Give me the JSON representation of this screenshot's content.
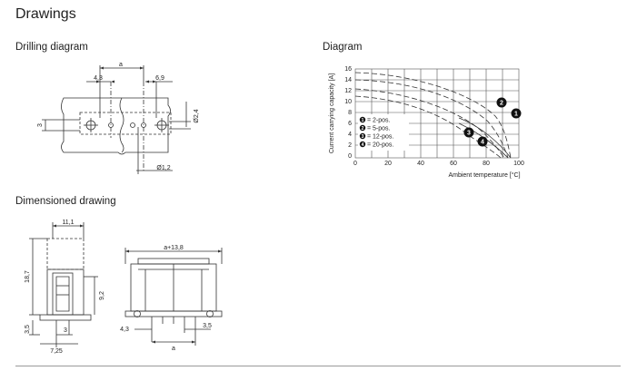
{
  "page_title": "Drawings",
  "drilling": {
    "heading": "Drilling diagram",
    "dims": {
      "a": "a",
      "d43": "4,3",
      "d69": "6,9",
      "d3": "3",
      "d24": "Ø2,4",
      "d12": "Ø1,2"
    }
  },
  "diagram": {
    "heading": "Diagram",
    "ylabel": "Current carrying capacity [A]",
    "xlabel": "Ambient temperature [°C]",
    "yticks": [
      "16",
      "14",
      "12",
      "10",
      "8",
      "6",
      "4",
      "2",
      "0"
    ],
    "xticks": [
      "0",
      "20",
      "40",
      "60",
      "80",
      "100"
    ],
    "legend": [
      {
        "num": "1",
        "text": "= 2-pos."
      },
      {
        "num": "2",
        "text": "= 5-pos."
      },
      {
        "num": "3",
        "text": "= 12-pos."
      },
      {
        "num": "4",
        "text": "= 20-pos."
      }
    ],
    "markers": [
      "1",
      "2",
      "3",
      "4"
    ]
  },
  "dimensioned": {
    "heading": "Dimensioned drawing",
    "dims": {
      "d111": "11,1",
      "d187": "18,7",
      "d92": "9,2",
      "d35": "3,5",
      "d3": "3",
      "d725": "7,25",
      "a138": "a+13,8",
      "d43": "4,3",
      "a": "a",
      "d35b": "3,5"
    }
  },
  "colors": {
    "accent": "#222222",
    "rule": "#9a9a9a"
  }
}
